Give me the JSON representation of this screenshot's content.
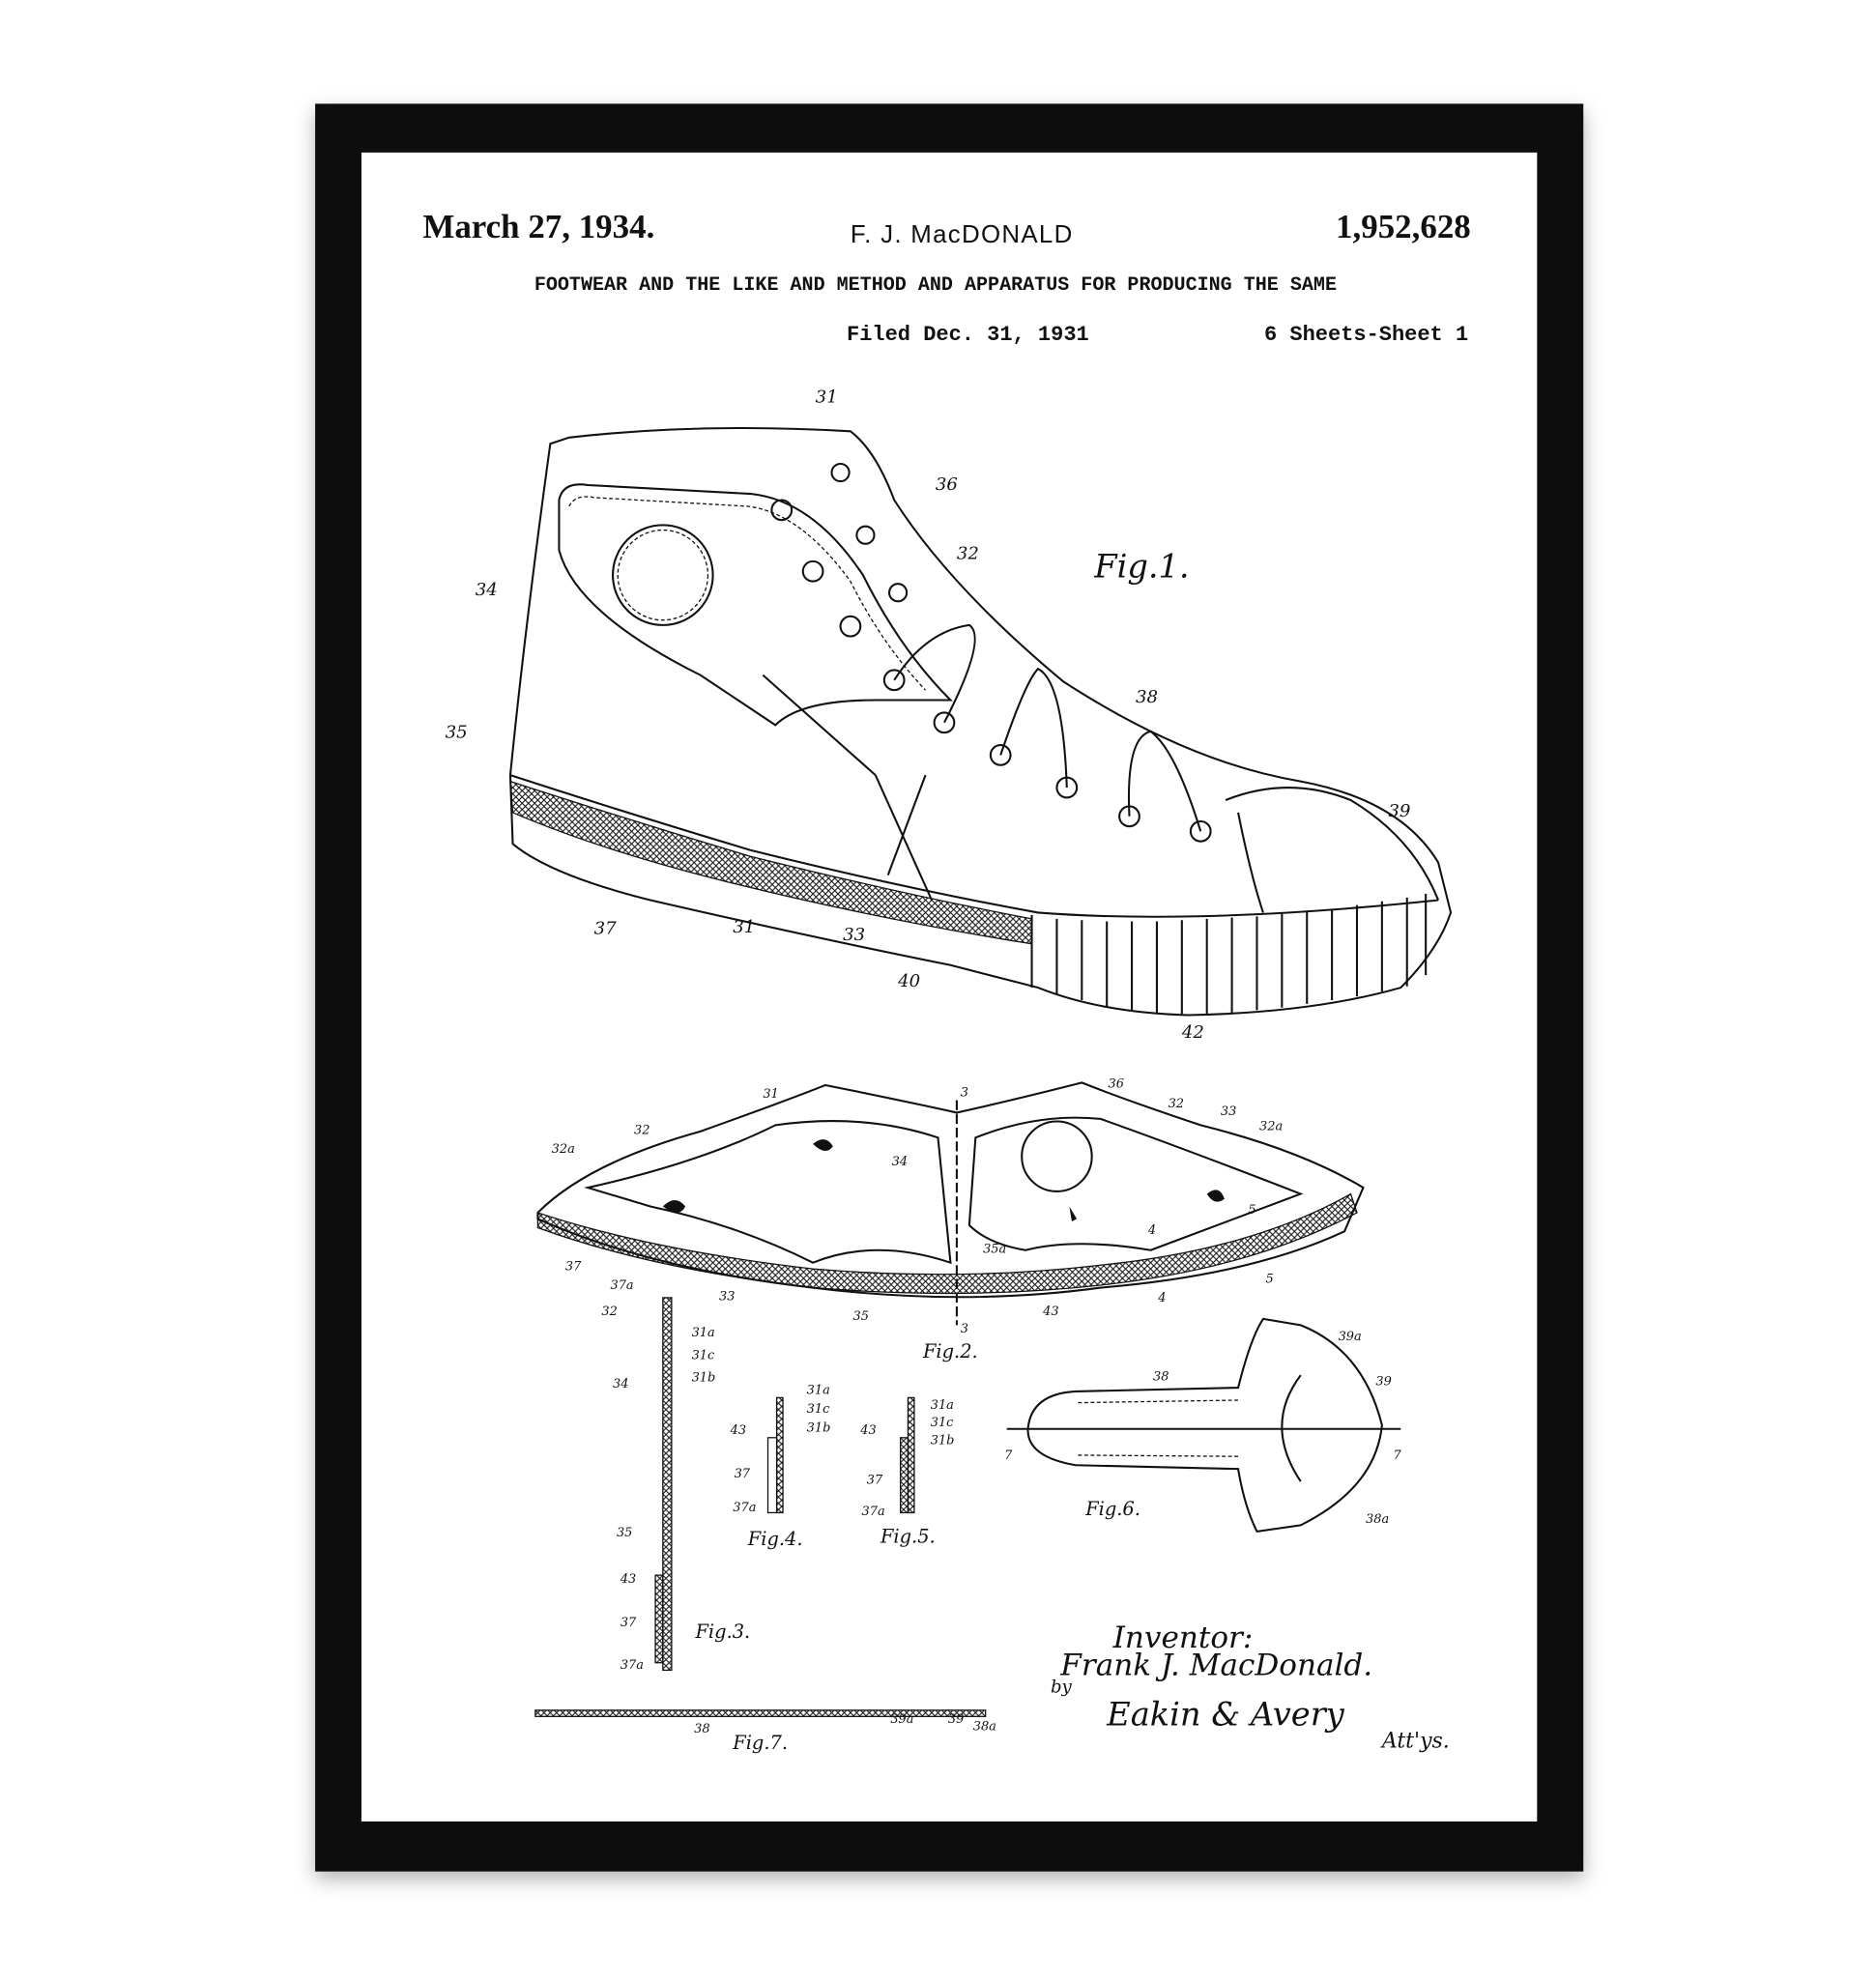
{
  "header": {
    "date": "March 27, 1934.",
    "inventor_short": "F. J. MacDONALD",
    "patent_number": "1,952,628",
    "title": "FOOTWEAR AND THE LIKE AND METHOD AND APPARATUS FOR PRODUCING THE SAME",
    "filed": "Filed Dec. 31, 1931",
    "sheets": "6 Sheets-Sheet  1"
  },
  "figures": {
    "fig1": {
      "caption": "Fig.1.",
      "labels": [
        "31",
        "36",
        "32",
        "34",
        "38",
        "35",
        "39",
        "37",
        "31",
        "33",
        "40",
        "42"
      ]
    },
    "fig2": {
      "caption": "Fig.2.",
      "labels": [
        "31",
        "3",
        "36",
        "32",
        "33",
        "32a",
        "32",
        "32a",
        "34",
        "5",
        "4",
        "35a",
        "37",
        "5",
        "37a",
        "33",
        "4",
        "43",
        "35",
        "3"
      ]
    },
    "fig3": {
      "caption": "Fig.3.",
      "labels": [
        "32",
        "31a",
        "31c",
        "31b",
        "34",
        "35",
        "43",
        "37",
        "37a"
      ]
    },
    "fig4": {
      "caption": "Fig.4.",
      "labels": [
        "31a",
        "31c",
        "31b",
        "43",
        "37",
        "37a"
      ]
    },
    "fig5": {
      "caption": "Fig.5.",
      "labels": [
        "31a",
        "31c",
        "31b",
        "43",
        "37",
        "37a"
      ]
    },
    "fig6": {
      "caption": "Fig.6.",
      "labels": [
        "38",
        "39a",
        "39",
        "7",
        "7",
        "38a"
      ]
    },
    "fig7": {
      "caption": "Fig.7.",
      "labels": [
        "38",
        "39a",
        "39",
        "38a"
      ]
    }
  },
  "signature": {
    "inventor_label": "Inventor:",
    "inventor_name": "Frank J. MacDonald.",
    "by": "by",
    "attorneys": "Eakin & Avery",
    "attorneys_suffix": "Att'ys."
  },
  "colors": {
    "frame": "#111111",
    "paper": "#ffffff",
    "ink": "#111111"
  }
}
